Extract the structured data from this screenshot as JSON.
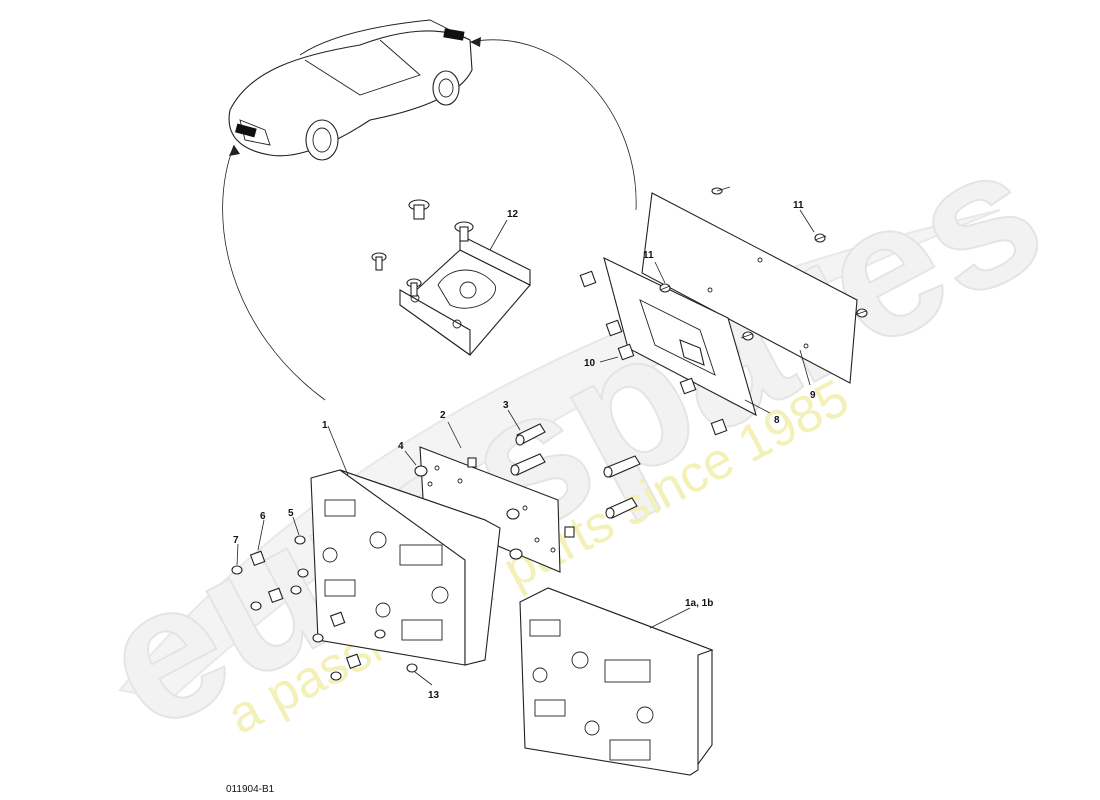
{
  "watermark": {
    "brand": "eurospares",
    "tagline": "a passion for parts since 1985"
  },
  "diagram": {
    "ref_code": "011904-B1",
    "callouts": {
      "c1": "1",
      "c1a1b": "1a, 1b",
      "c2": "2",
      "c3": "3",
      "c4": "4",
      "c5": "5",
      "c6": "6",
      "c7": "7",
      "c8": "8",
      "c9": "9",
      "c10": "10",
      "c11a": "11",
      "c11b": "11",
      "c12": "12",
      "c13": "13"
    }
  }
}
